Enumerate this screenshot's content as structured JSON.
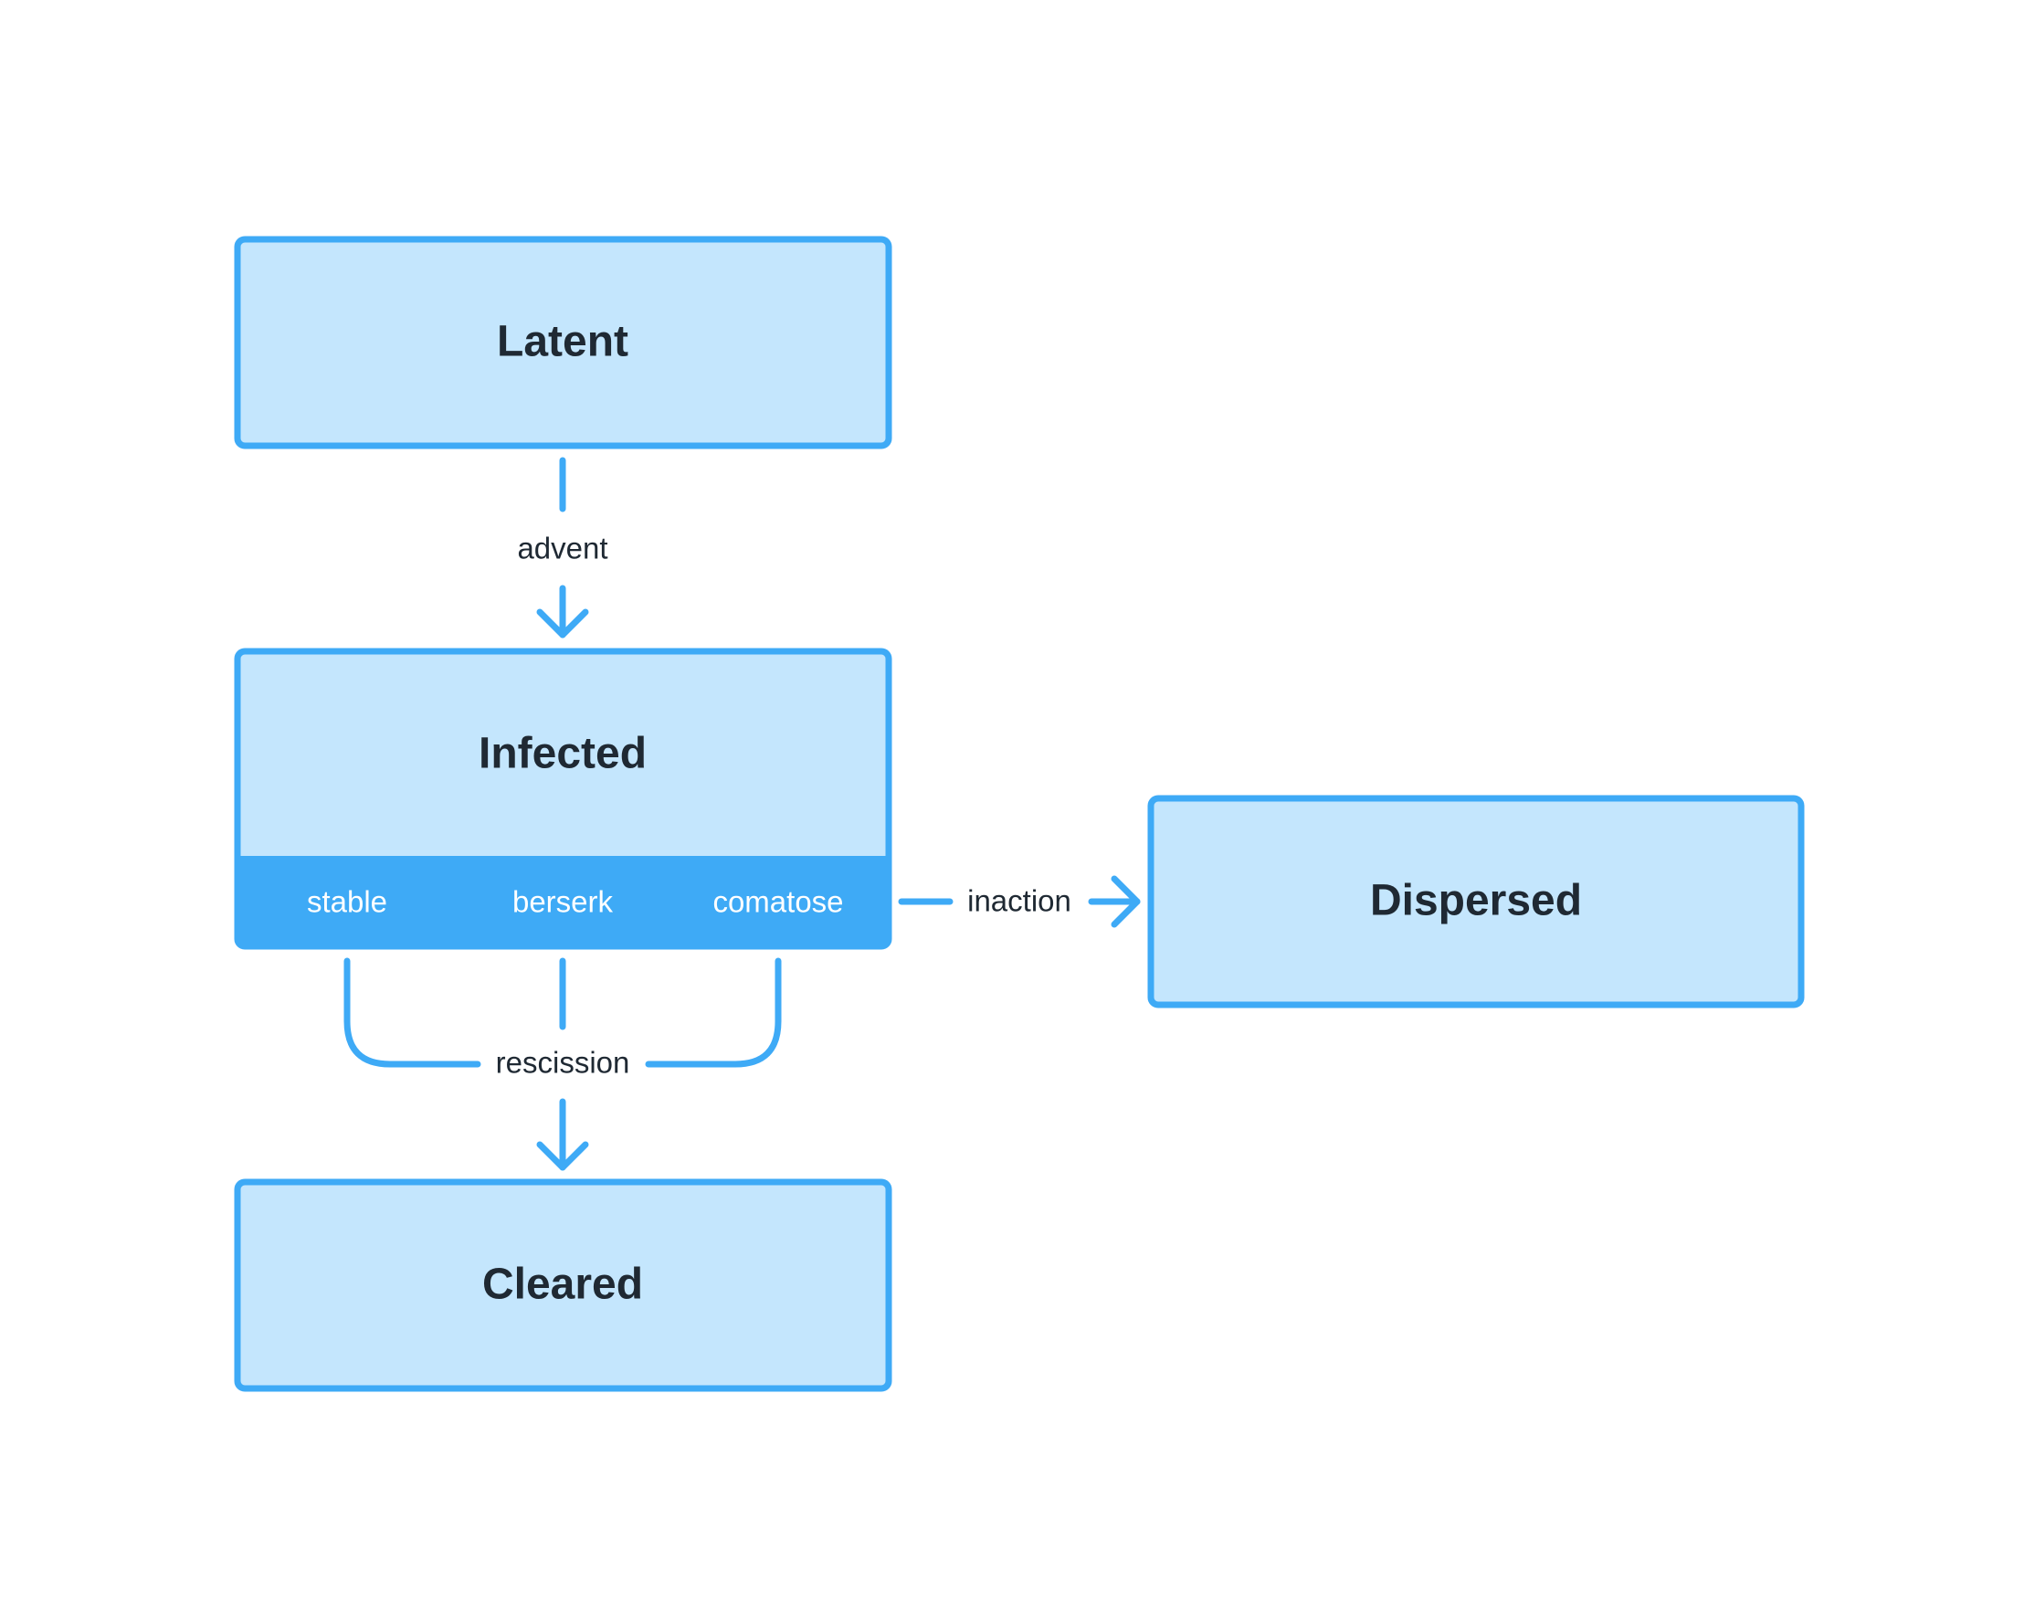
{
  "diagram": {
    "type": "state-diagram",
    "colors": {
      "node_fill": "#c4e6fd",
      "node_border": "#3eaaf6",
      "substate_band": "#3eaaf6",
      "edge": "#3eaaf6",
      "title_text": "#1f2933",
      "substate_text": "#ffffff"
    },
    "states": {
      "latent": {
        "label": "Latent"
      },
      "infected": {
        "label": "Infected",
        "substates": [
          "stable",
          "berserk",
          "comatose"
        ]
      },
      "dispersed": {
        "label": "Dispersed"
      },
      "cleared": {
        "label": "Cleared"
      }
    },
    "transitions": [
      {
        "from": "Latent",
        "to": "Infected",
        "label": "advent"
      },
      {
        "from": "Infected",
        "to": "Dispersed",
        "label": "inaction"
      },
      {
        "from": "Infected",
        "to": "Cleared",
        "label": "rescission"
      }
    ]
  }
}
